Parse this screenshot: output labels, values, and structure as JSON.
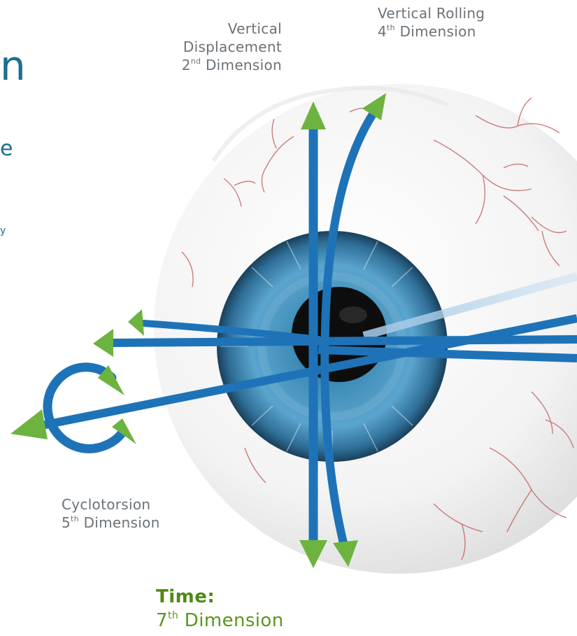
{
  "labels": {
    "vertical_displacement": {
      "line1": "Vertical",
      "line2": "Displacement",
      "dim_num": "2",
      "dim_suffix": "nd",
      "dim_word": "Dimension"
    },
    "vertical_rolling": {
      "line1": "Vertical Rolling",
      "dim_num": "4",
      "dim_suffix": "th",
      "dim_word": "Dimension"
    },
    "cyclotorsion": {
      "line1": "Cyclotorsion",
      "dim_num": "5",
      "dim_suffix": "th",
      "dim_word": "Dimension"
    },
    "time": {
      "line1": "Time:",
      "dim_num": "7",
      "dim_suffix": "th",
      "dim_word": "Dimension"
    }
  },
  "clipped_text": {
    "heading_fragment": "n",
    "subheading_fragment": "e",
    "body_fragment": "y"
  },
  "icons": [
    "eyeball",
    "iris",
    "pupil",
    "arrow-head"
  ],
  "colors": {
    "arrow_blue": "#1e73b8",
    "arrow_green": "#6db33f",
    "label_gray": "#6b7278",
    "time_green": "#4e8a16",
    "title_teal": "#1d6e8f",
    "iris_blue": "#3d8fc0"
  }
}
